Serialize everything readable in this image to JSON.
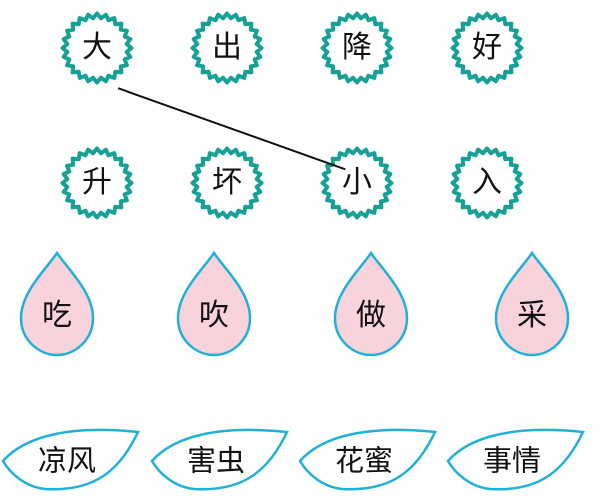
{
  "colors": {
    "badge": "#16a096",
    "drop_fill": "#f9d3dc",
    "outline": "#1fb1d6",
    "line": "#111111"
  },
  "row1": [
    "大",
    "出",
    "降",
    "好"
  ],
  "row2": [
    "升",
    "坏",
    "小",
    "入"
  ],
  "drops": [
    "吃",
    "吹",
    "做",
    "采"
  ],
  "leaves": [
    "凉风",
    "害虫",
    "花蜜",
    "事情"
  ],
  "connections": [
    {
      "from": "大",
      "to": "小"
    }
  ]
}
